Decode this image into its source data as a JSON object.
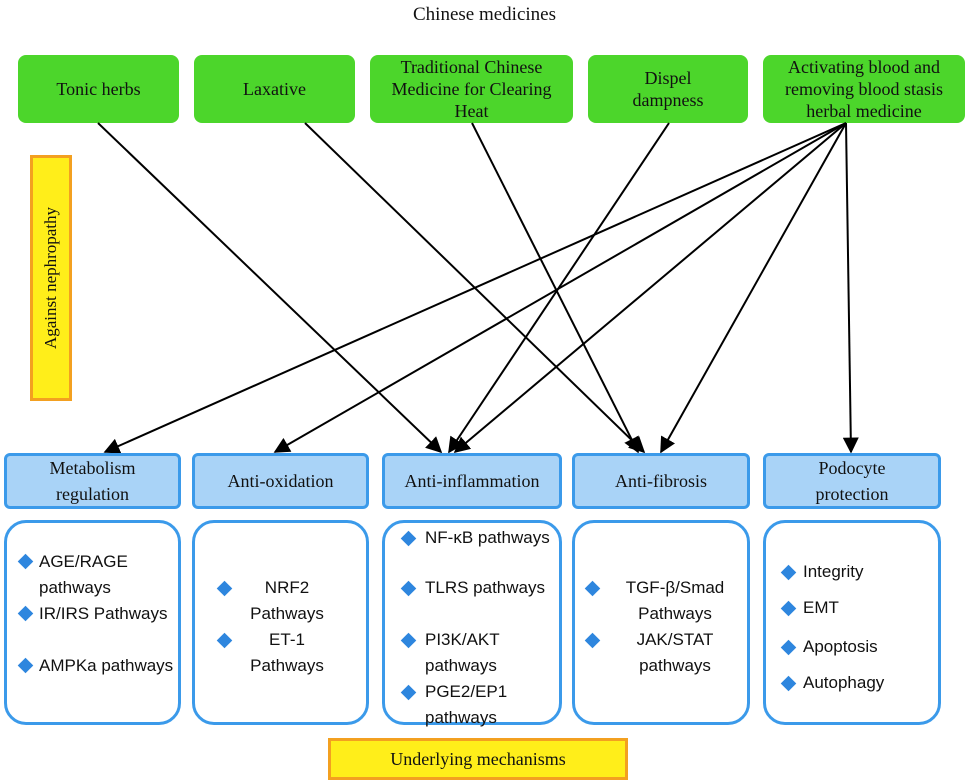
{
  "title": "Chinese medicines",
  "herbs": [
    {
      "label": "Tonic herbs"
    },
    {
      "label": "Laxative"
    },
    {
      "label": "Traditional Chinese Medicine for Clearing Heat"
    },
    {
      "label": "Dispel dampness"
    },
    {
      "label": "Activating blood and removing blood stasis herbal medicine"
    }
  ],
  "side_label": "Against nephropathy",
  "mechanisms": [
    {
      "label": "Metabolism regulation",
      "items": [
        "AGE/RAGE pathways",
        "IR/IRS Pathways",
        "AMPKa pathways"
      ]
    },
    {
      "label": "Anti-oxidation",
      "items": [
        "NRF2 Pathways",
        "ET-1 Pathways"
      ]
    },
    {
      "label": "Anti-inflammation",
      "items": [
        "NF-κB pathways",
        "TLRS pathways",
        "PI3K/AKT pathways",
        "PGE2/EP1 pathways"
      ]
    },
    {
      "label": "Anti-fibrosis",
      "items": [
        "TGF-β/Smad Pathways",
        "JAK/STAT pathways"
      ]
    },
    {
      "label": "Podocyte protection",
      "items": [
        "Integrity",
        "EMT",
        "Apoptosis",
        "Autophagy"
      ]
    }
  ],
  "bottom_label": "Underlying mechanisms",
  "colors": {
    "herb_fill": "#4cd62b",
    "mechanism_fill": "#a9d3f7",
    "box_border": "#3b9aea",
    "bullet": "#2e86de",
    "label_fill": "#ffee1a",
    "label_border": "#f3a020"
  }
}
